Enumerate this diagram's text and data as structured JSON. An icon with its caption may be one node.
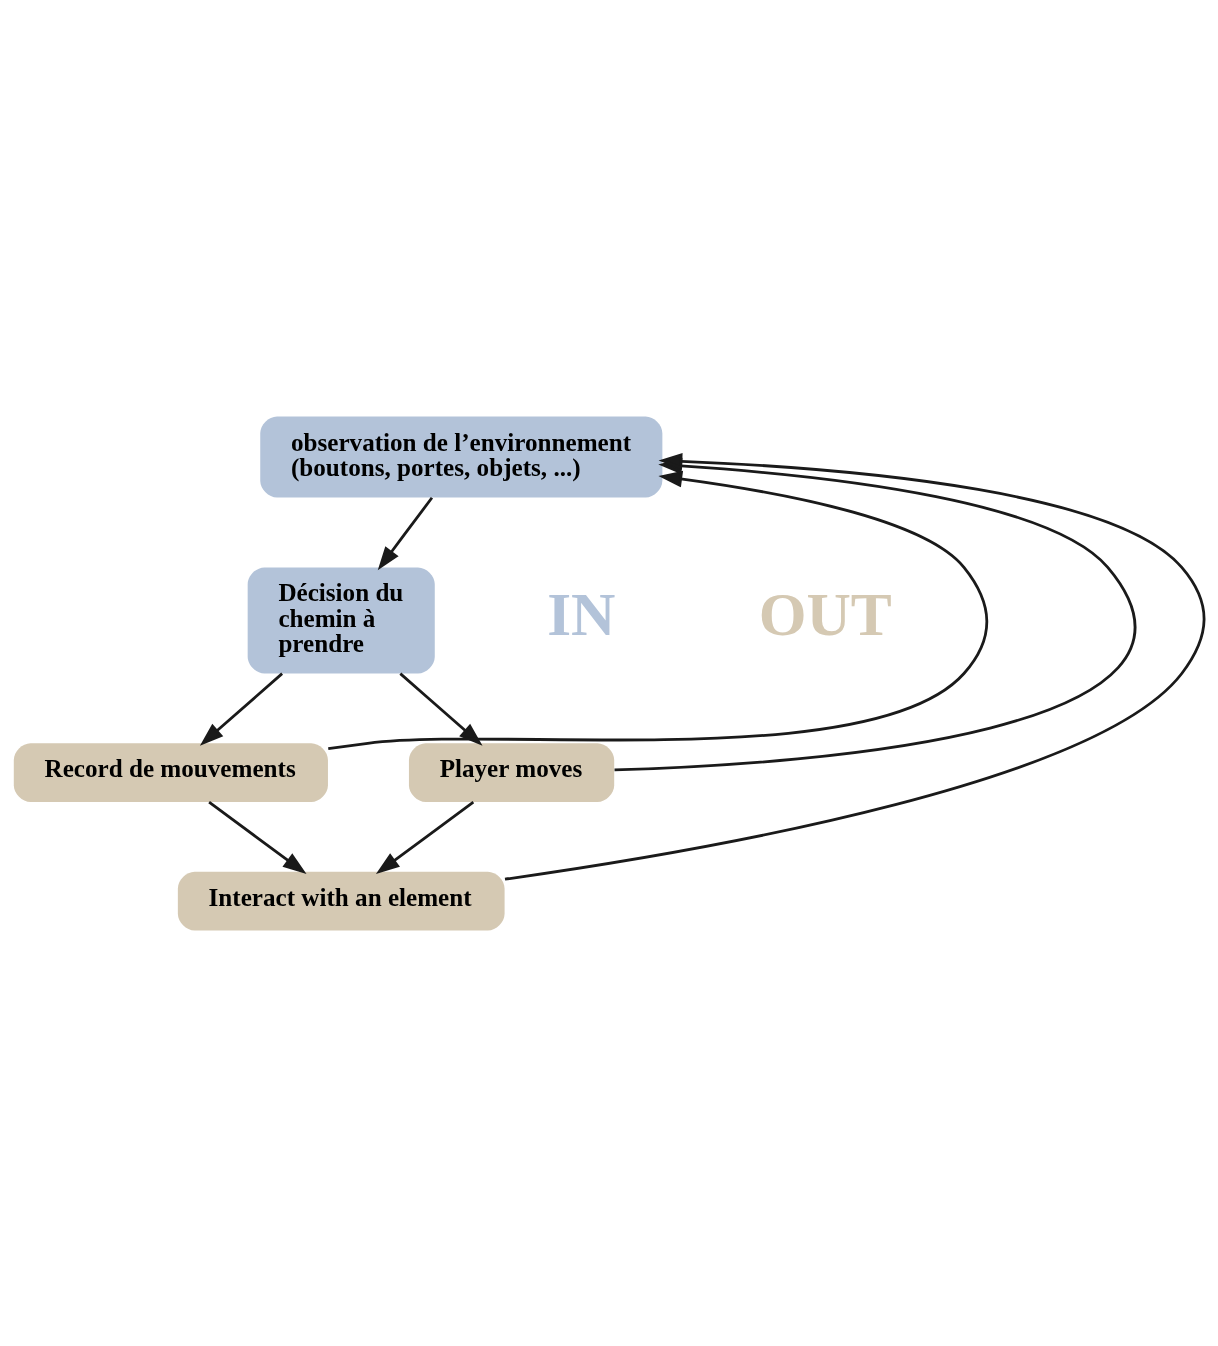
{
  "diagram": {
    "nodes": [
      {
        "text": [
          "observation de l’environnement (boutons, portes, objets, ...)"
        ]
      },
      {
        "text": [
          "Décision du chemin à prendre"
        ]
      },
      {
        "text": [
          "Record de mouvements"
        ]
      },
      {
        "text": [
          "Player moves"
        ]
      },
      {
        "text": [
          "Interact with an element"
        ]
      }
    ],
    "edges": [
      {
        "from": 0,
        "to": 1,
        "arrow": "to"
      },
      {
        "from": 1,
        "to": 2,
        "arrow": "to"
      },
      {
        "from": 1,
        "to": 3,
        "arrow": "to"
      },
      {
        "from": 2,
        "to": 0,
        "arrow": "to"
      },
      {
        "from": 2,
        "to": 4,
        "arrow": "to"
      },
      {
        "from": 3,
        "to": 4,
        "arrow": "to"
      },
      {
        "from": 3,
        "to": 0,
        "arrow": "to"
      },
      {
        "from": 4,
        "to": 0,
        "arrow": "to"
      }
    ],
    "legend": [
      {
        "text": "IN",
        "color": "#b3c3d9"
      },
      {
        "text": "OUT",
        "color": "#d5c9b3"
      }
    ]
  }
}
